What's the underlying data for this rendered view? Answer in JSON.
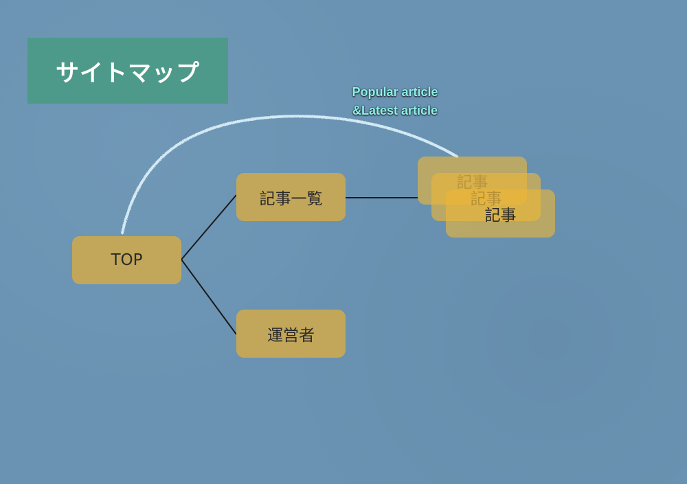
{
  "title": "サイトマップ",
  "annotation": {
    "line1": "Popular article",
    "line2": "&Latest article"
  },
  "nodes": {
    "top": "TOP",
    "article_list": "記事一覧",
    "operator": "運営者",
    "articles": [
      "記事",
      "記事",
      "記事"
    ]
  },
  "colors": {
    "background": "#6a93b3",
    "title_box": "#4e9a8a",
    "node": "#c2a75a",
    "article_node": "#ebb638",
    "annotation_text": "#8ff0e6",
    "chalk_curve": "#dff3fb"
  }
}
